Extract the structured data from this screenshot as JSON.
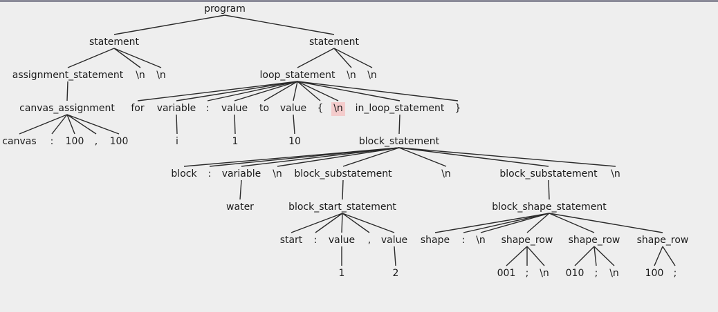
{
  "tree": {
    "program": "program",
    "s1": "statement",
    "s2": "statement",
    "assign_stmt": "assignment_statement",
    "s1_nl1": "\\n",
    "s1_nl2": "\\n",
    "loop_stmt": "loop_statement",
    "s2_nl1": "\\n",
    "s2_nl2": "\\n",
    "canvas_assign": "canvas_assignment",
    "canvas": "canvas",
    "ca_colon": ":",
    "ca_w": "100",
    "ca_comma": ",",
    "ca_h": "100",
    "l_for": "for",
    "l_variable": "variable",
    "l_colon": ":",
    "l_value1": "value",
    "l_to": "to",
    "l_value2": "value",
    "l_lbrace": "{",
    "l_nl": "\\n",
    "l_inloop": "in_loop_statement",
    "l_rbrace": "}",
    "v_i": "i",
    "v_1": "1",
    "v_10": "10",
    "block_stmt": "block_statement",
    "b_block": "block",
    "b_colon": ":",
    "b_variable": "variable",
    "b_nl1": "\\n",
    "b_sub1": "block_substatement",
    "b_nl2": "\\n",
    "b_sub2": "block_substatement",
    "b_nl3": "\\n",
    "water": "water",
    "bss": "block_start_statement",
    "bshape": "block_shape_statement",
    "st_start": "start",
    "st_colon": ":",
    "st_value1": "value",
    "st_comma": ",",
    "st_value2": "value",
    "sh_shape": "shape",
    "sh_colon": ":",
    "sh_nl": "\\n",
    "sr1": "shape_row",
    "sr2": "shape_row",
    "sr3": "shape_row",
    "sv_1": "1",
    "sv_2": "2",
    "r1_val": "001",
    "r1_semi": ";",
    "r1_nl": "\\n",
    "r2_val": "010",
    "r2_semi": ";",
    "r2_nl": "\\n",
    "r3_val": "100",
    "r3_semi": ";"
  },
  "highlight_color": "#f4cccc"
}
